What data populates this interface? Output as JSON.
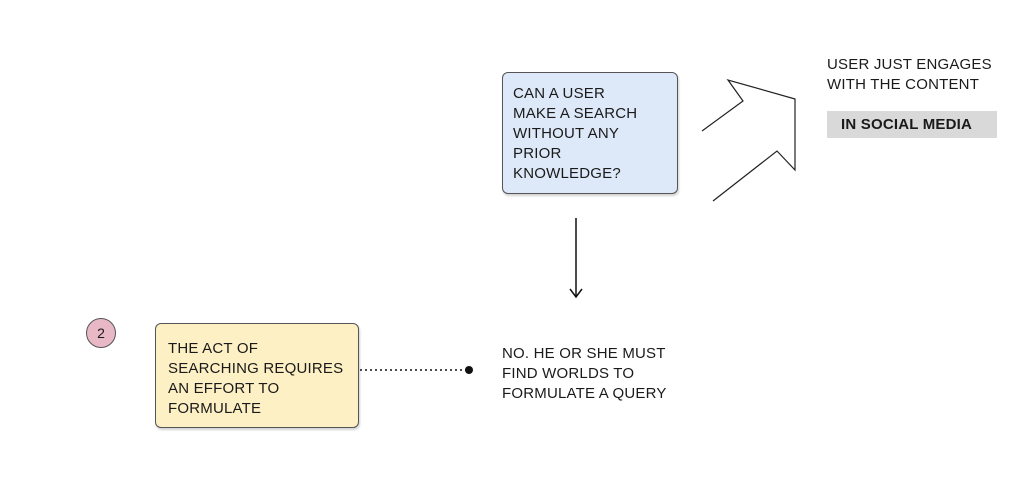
{
  "diagram": {
    "question_box": {
      "text": "CAN A USER\nMAKE A SEARCH\nWITHOUT ANY\nPRIOR\nKNOWLEDGE?"
    },
    "engagement_note": {
      "text": "USER JUST ENGAGES\nWITH THE CONTENT"
    },
    "social_media_tag": {
      "text": "IN SOCIAL MEDIA"
    },
    "answer_note": {
      "text": "NO. HE OR SHE MUST\nFIND WORLDS TO\nFORMULATE A QUERY"
    },
    "effort_box": {
      "text": "THE ACT OF\nSEARCHING REQUIRES\nAN EFFORT TO\nFORMULATE"
    },
    "step_badge": {
      "number": "2"
    },
    "colors": {
      "question_fill": "#dde9f9",
      "effort_fill": "#fcf0c4",
      "badge_fill": "#e9b8c7",
      "tag_fill": "#d9d9d9",
      "outline": "#555555"
    }
  }
}
